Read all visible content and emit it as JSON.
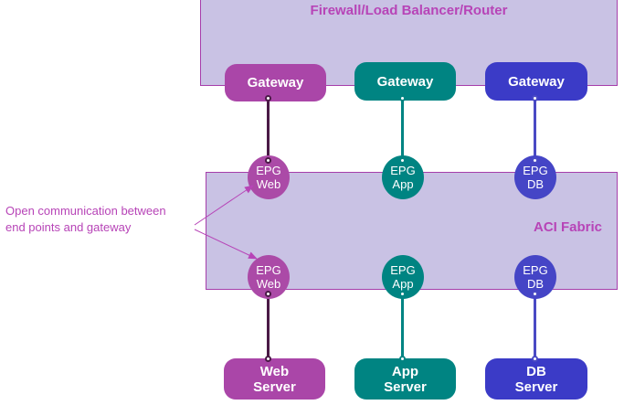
{
  "diagram": {
    "zones": [
      {
        "id": "firewall",
        "label": "Firewall/Load Balancer/Router",
        "fill": "#c9c2e4",
        "stroke": "#a63eaa",
        "label_color": "#b744b7"
      },
      {
        "id": "aci",
        "label": "ACI Fabric",
        "fill": "#c9c2e4",
        "stroke": "#a63eaa",
        "label_color": "#b744b7"
      }
    ],
    "columns": [
      {
        "id": "web",
        "color": "#aa46a8",
        "line_color": "#4a1a46",
        "gateway": {
          "line1": "Gateway",
          "line2": ""
        },
        "epg_top": {
          "line1": "EPG",
          "line2": "Web"
        },
        "epg_bottom": {
          "line1": "EPG",
          "line2": "Web"
        },
        "server": {
          "line1": "Web",
          "line2": "Server"
        }
      },
      {
        "id": "app",
        "color": "#008482",
        "line_color": "#008482",
        "gateway": {
          "line1": "Gateway",
          "line2": ""
        },
        "epg_top": {
          "line1": "EPG",
          "line2": "App"
        },
        "epg_bottom": {
          "line1": "EPG",
          "line2": "App"
        },
        "server": {
          "line1": "App",
          "line2": "Server"
        }
      },
      {
        "id": "db",
        "color": "#3b3bc7",
        "line_color": "#4a4ac4",
        "gateway": {
          "line1": "Gateway",
          "line2": ""
        },
        "epg_top": {
          "line1": "EPG",
          "line2": "DB"
        },
        "epg_bottom": {
          "line1": "EPG",
          "line2": "DB"
        },
        "server": {
          "line1": "DB",
          "line2": "Server"
        }
      }
    ],
    "annotation": {
      "line1": "Open communication between",
      "line2": "end points and gateway",
      "color": "#b744b7",
      "arrow_targets": [
        "epg-web-top",
        "epg-web-bottom"
      ]
    }
  }
}
